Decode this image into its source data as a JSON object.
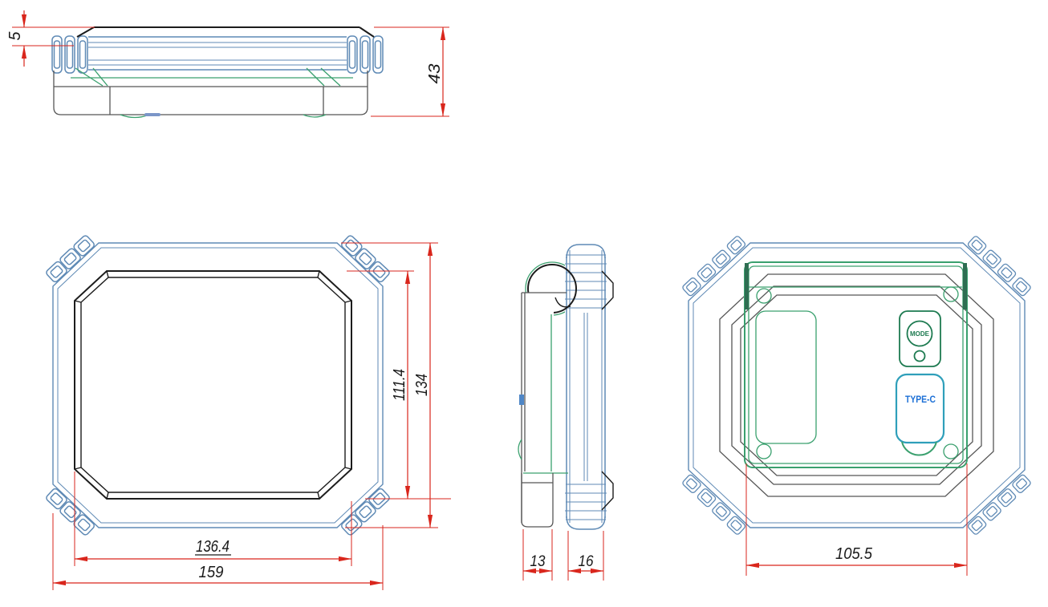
{
  "drawing_title": "enclosure-dimension-drawing",
  "dims": {
    "step_5": "5",
    "height_43": "43",
    "screen_h_111_4": "111.4",
    "overall_h_134": "134",
    "screen_w_136_4": "136.4",
    "overall_w_159": "159",
    "body_13": "13",
    "bumper_16": "16",
    "panel_105_5": "105.5"
  },
  "labels": {
    "mode": "MODE",
    "type_c": "TYPE-C"
  },
  "colors": {
    "dimension": "#d9261c",
    "bumper_blue": "#5f8ab5",
    "outline_black": "#1c1c1c",
    "outline_gray": "#565656",
    "panel_green": "#3aa06e",
    "mode_green": "#1d7a50",
    "typec_teal": "#2f9fba",
    "typec_text_blue": "#1b6fd6"
  }
}
